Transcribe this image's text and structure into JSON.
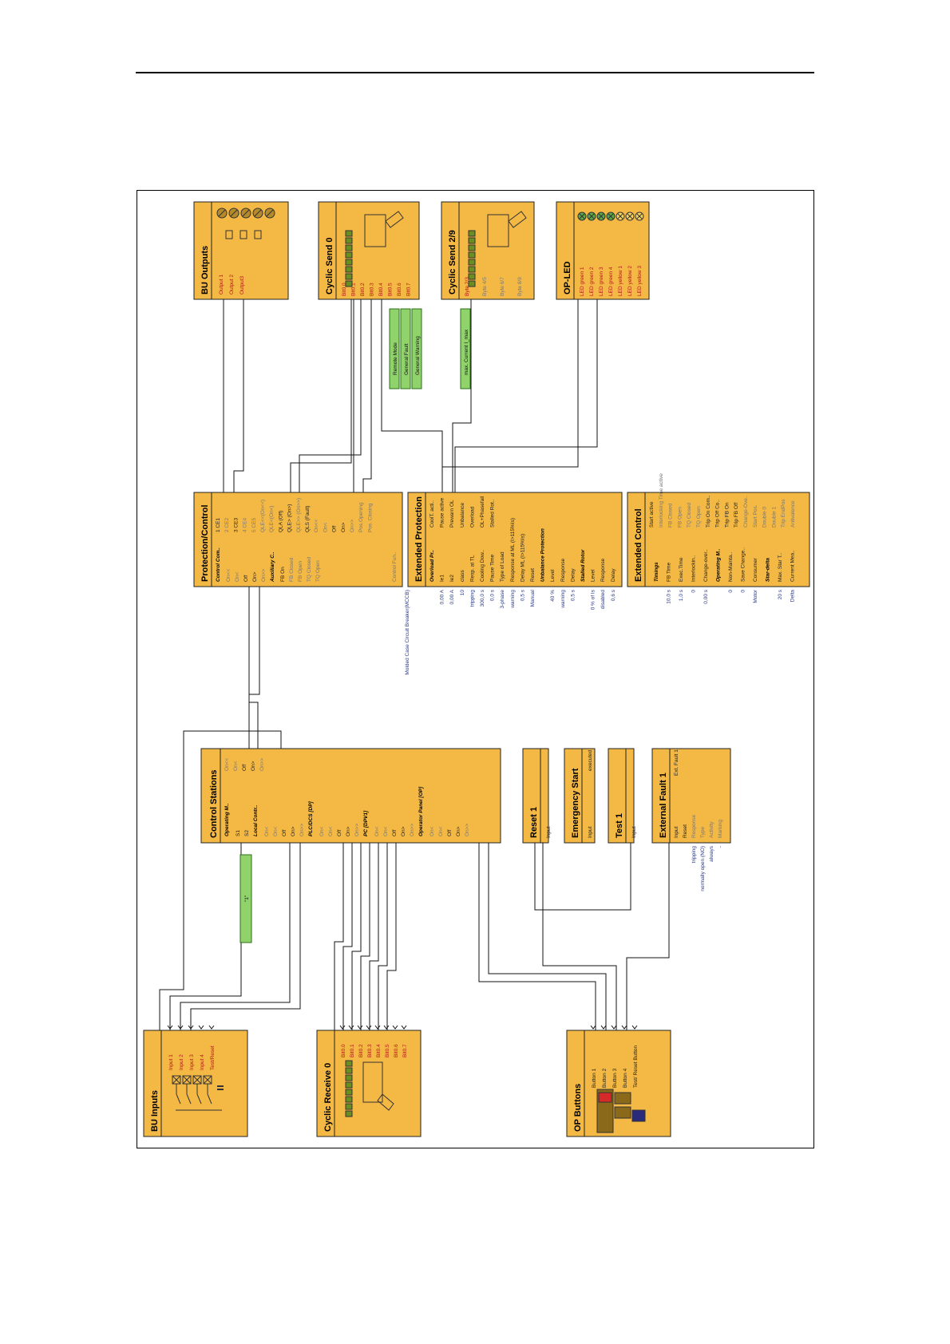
{
  "blocks": {
    "bu_inputs": {
      "title": "BU Inputs",
      "pins": [
        "Input 1",
        "Input 2",
        "Input 3",
        "Input 4",
        "Test/Reset"
      ]
    },
    "cyclic_receive": {
      "title": "Cyclic Receive 0",
      "pins": [
        "Bit0.0",
        "Bit0.1",
        "Bit0.2",
        "Bit0.3",
        "Bit0.4",
        "Bit0.5",
        "Bit0.6",
        "Bit0.7"
      ]
    },
    "op_buttons": {
      "title": "OP Buttons",
      "pins": [
        "Button 1",
        "Button 2",
        "Button 3",
        "Button 4",
        "Test/ Reset Button"
      ]
    },
    "control_stations": {
      "title": "Control Stations",
      "rows": [
        {
          "t": "Operating M..",
          "s": "b"
        },
        {
          "t": "S1",
          "s": "k"
        },
        {
          "t": "S2",
          "s": "k"
        },
        {
          "t": "Local Contr..",
          "s": "b"
        },
        {
          "t": "On<",
          "s": "g"
        },
        {
          "t": "On<",
          "s": "g"
        },
        {
          "t": "Off",
          "s": "k"
        },
        {
          "t": "On>",
          "s": "k"
        },
        {
          "t": "On>>",
          "s": "g"
        },
        {
          "t": "PLC/DCS [DP]",
          "s": "b"
        },
        {
          "t": "On<",
          "s": "g"
        },
        {
          "t": "On<",
          "s": "g"
        },
        {
          "t": "Off",
          "s": "k"
        },
        {
          "t": "On>",
          "s": "k"
        },
        {
          "t": "On>>",
          "s": "g"
        },
        {
          "t": "PC [DPV1]",
          "s": "b"
        },
        {
          "t": "On<",
          "s": "g"
        },
        {
          "t": "On<",
          "s": "g"
        },
        {
          "t": "Off",
          "s": "k"
        },
        {
          "t": "On>",
          "s": "k"
        },
        {
          "t": "On>>",
          "s": "g"
        },
        {
          "t": "Operator Panel [OP]",
          "s": "b"
        },
        {
          "t": "On<",
          "s": "g"
        },
        {
          "t": "On<",
          "s": "g"
        },
        {
          "t": "Off",
          "s": "k"
        },
        {
          "t": "On>",
          "s": "k"
        },
        {
          "t": "On>>",
          "s": "g"
        }
      ],
      "outputs": [
        {
          "t": "On<<",
          "s": "g"
        },
        {
          "t": "On<",
          "s": "g"
        },
        {
          "t": "Off",
          "s": "k"
        },
        {
          "t": "On>",
          "s": "k"
        },
        {
          "t": "On>>",
          "s": "g"
        }
      ]
    },
    "reset1": {
      "title": "Reset 1",
      "pin": "Input"
    },
    "emergency_start": {
      "title": "Emergency Start",
      "pin": "Input",
      "out": "executed"
    },
    "test1": {
      "title": "Test 1",
      "pin": "Input"
    },
    "external_fault": {
      "title": "External Fault 1",
      "rows": [
        {
          "t": "Input",
          "s": "k"
        },
        {
          "t": "Reset",
          "s": "k"
        },
        {
          "t": "Response",
          "s": "g"
        },
        {
          "t": "Type",
          "s": "g"
        },
        {
          "t": "Activity",
          "s": "g"
        },
        {
          "t": "Marking",
          "s": "g"
        }
      ],
      "params": [
        "",
        "",
        "tripping",
        "normally open (NO)",
        "always",
        "-"
      ],
      "out": "Ext. Fault 1"
    },
    "protection_control": {
      "title": "Protection/Control",
      "rows": [
        {
          "t": "Control Com..",
          "s": "b"
        },
        {
          "t": "On<<",
          "s": "g"
        },
        {
          "t": "On<",
          "s": "g"
        },
        {
          "t": "Off",
          "s": "k"
        },
        {
          "t": "On>",
          "s": "k"
        },
        {
          "t": "On>>",
          "s": "g"
        },
        {
          "t": "Auxiliary C..",
          "s": "b"
        },
        {
          "t": "FB On",
          "s": "k"
        },
        {
          "t": "FB Closed",
          "s": "g"
        },
        {
          "t": "FB Open",
          "s": "g"
        },
        {
          "t": "TQ Closed",
          "s": "g"
        },
        {
          "t": "TQ Open",
          "s": "g"
        }
      ],
      "outputs": [
        {
          "t": "1 CE1",
          "s": "k"
        },
        {
          "t": "2 CE2",
          "s": "g"
        },
        {
          "t": "3 CE3",
          "s": "k"
        },
        {
          "t": "4 CE4",
          "s": "g"
        },
        {
          "t": "5 CE5",
          "s": "g"
        },
        {
          "t": "QLE<<(On<<)",
          "s": "g"
        },
        {
          "t": "QLE<(On<)",
          "s": "g"
        },
        {
          "t": "QLA (Off)",
          "s": "k"
        },
        {
          "t": "QLE> (On>)",
          "s": "k"
        },
        {
          "t": "QLE>> (On>>)",
          "s": "g"
        },
        {
          "t": "QLS (Fault)",
          "s": "k"
        },
        {
          "t": "On<<",
          "s": "g"
        },
        {
          "t": "On<",
          "s": "g"
        },
        {
          "t": "Off",
          "s": "k"
        },
        {
          "t": "On>",
          "s": "k"
        },
        {
          "t": "On>>",
          "s": "g"
        },
        {
          "t": "Pos.Opening",
          "s": "g"
        },
        {
          "t": "Pos. Closing",
          "s": "g"
        }
      ],
      "footer": "Control Fun..",
      "note": "Molded Case Circuit Breaker(MCCB)"
    },
    "extended_protection": {
      "title": "Extended Protection",
      "rows": [
        {
          "t": "Overload Pr..",
          "s": "b"
        },
        {
          "t": "Ie1",
          "s": "k"
        },
        {
          "t": "Ie2",
          "s": "k"
        },
        {
          "t": "class",
          "s": "k"
        },
        {
          "t": "Resp. at TL",
          "s": "k"
        },
        {
          "t": "Cooling Dow..",
          "s": "k"
        },
        {
          "t": "Pause Time",
          "s": "k"
        },
        {
          "t": "Type of Load",
          "s": "k"
        },
        {
          "t": "Response at ML (I>115%Is)",
          "s": "k"
        },
        {
          "t": "Delay ML (I>115%Is)",
          "s": "k"
        },
        {
          "t": "Reset",
          "s": "k"
        },
        {
          "t": "Unbalance Protection",
          "s": "b"
        },
        {
          "t": "Level",
          "s": "k"
        },
        {
          "t": "Response",
          "s": "k"
        },
        {
          "t": "Delay",
          "s": "k"
        },
        {
          "t": "Stalled Rotor",
          "s": "b"
        },
        {
          "t": "Level",
          "s": "k"
        },
        {
          "t": "Response",
          "s": "k"
        },
        {
          "t": "Delay",
          "s": "k"
        }
      ],
      "params": [
        "",
        "0,00 A",
        "0,00 A",
        "10",
        "tripping",
        "300,0 s",
        "0,0 s",
        "3-phase",
        "warning",
        "0,5 s",
        "Manual",
        "",
        "40 %",
        "warning",
        "0,5 s",
        "",
        "0 % of Is",
        "disabled",
        "0,6 s"
      ],
      "outputs": [
        "CoolT. acti..",
        "Pause active",
        "Prewarn OL",
        "Unbalance",
        "Overload",
        "OL+Phasefail",
        "Stalled Rot.."
      ]
    },
    "extended_control": {
      "title": "Extended Control",
      "rows": [
        {
          "t": "Timings",
          "s": "b"
        },
        {
          "t": "FB Time",
          "s": "k"
        },
        {
          "t": "Exec.Time",
          "s": "k"
        },
        {
          "t": "Interlockin..",
          "s": "k"
        },
        {
          "t": "Change-over..",
          "s": "k"
        },
        {
          "t": "Operating M..",
          "s": "b"
        },
        {
          "t": "Non-Mainta..",
          "s": "k"
        },
        {
          "t": "Save Change..",
          "s": "k"
        },
        {
          "t": "Consumer",
          "s": "k"
        },
        {
          "t": "Star-delta",
          "s": "b"
        },
        {
          "t": "Max. Star T..",
          "s": "k"
        },
        {
          "t": "Current Mea..",
          "s": "k"
        }
      ],
      "params": [
        "",
        "10,0 s",
        "1,0 s",
        "0",
        "0,00 s",
        "",
        "0",
        "0",
        "Motor",
        "",
        "20 s",
        "Delta"
      ],
      "outputs": [
        {
          "t": "Start active",
          "s": "k"
        },
        {
          "t": "Interlocking Time active",
          "s": "g"
        },
        {
          "t": "FB Closed",
          "s": "g"
        },
        {
          "t": "FB Open",
          "s": "g"
        },
        {
          "t": "TQ Closed",
          "s": "g"
        },
        {
          "t": "TQ Open",
          "s": "g"
        },
        {
          "t": "Trip On Com..",
          "s": "k"
        },
        {
          "t": "Trip Off Co..",
          "s": "k"
        },
        {
          "t": "Trip FB On",
          "s": "k"
        },
        {
          "t": "Trip FB Off",
          "s": "k"
        },
        {
          "t": "Change-Ove..",
          "s": "g"
        },
        {
          "t": "Start Pos.",
          "s": "g"
        },
        {
          "t": "Double 0",
          "s": "g"
        },
        {
          "t": "Double 1",
          "s": "g"
        },
        {
          "t": "Trip EndPos",
          "s": "g"
        },
        {
          "t": "Antivalence",
          "s": "g"
        }
      ]
    },
    "bu_outputs": {
      "title": "BU Outputs",
      "pins": [
        "Output 1",
        "Output 2",
        "Output3"
      ]
    },
    "cyclic_send0": {
      "title": "Cyclic Send 0",
      "pins": [
        "Bit0.0",
        "Bit0.1",
        "Bit0.2",
        "Bit0.3",
        "Bit0.4",
        "Bit0.5",
        "Bit0.6",
        "Bit0.7"
      ]
    },
    "cyclic_send29": {
      "title": "Cyclic Send 2/9",
      "pins": [
        "Byte 2/3",
        "Byte 4/5",
        "Byte 6/7",
        "Byte 8/9"
      ]
    },
    "op_led": {
      "title": "OP-LED",
      "pins": [
        "LED green 1",
        "LED green 2",
        "LED green 3",
        "LED green 4",
        "LED yellow 1",
        "LED yellow 2",
        "LED yellow 3"
      ]
    }
  },
  "green_signals": {
    "s_value": "\"1\"",
    "remote_mode": "Remote Mode",
    "general_fault": "General Fault",
    "general_warning": "General Warning",
    "max_current": "max. Current I_max"
  },
  "colors": {
    "block": "#f4b945",
    "signal": "#8fd36a",
    "led_green": "#5aa84a",
    "led_yellow": "#f4d35e",
    "button_red": "#d62a2a",
    "button_blue": "#2a2a7a",
    "pin_red": "#b5121b"
  }
}
